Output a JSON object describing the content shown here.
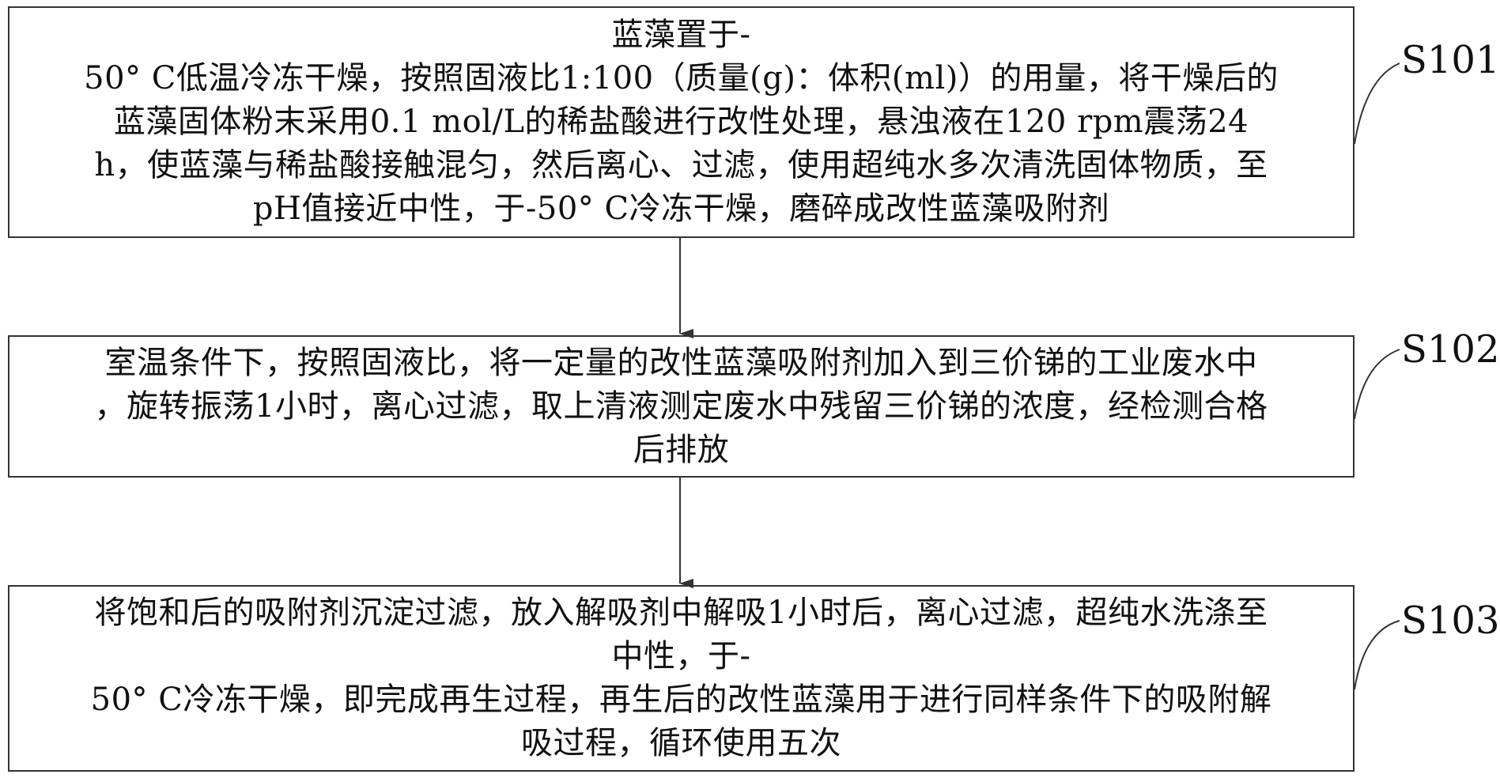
{
  "steps": [
    {
      "id": "S101",
      "label": "S101",
      "text": "蓝藻置于-\n50° C低温冷冻干燥，按照固液比1:100（质量(g)：体积(ml)）的用量，将干燥后的\n蓝藻固体粉末采用0.1 mol/L的稀盐酸进行改性处理，悬浊液在120 rpm震荡24\nh，使蓝藻与稀盐酸接触混匀，然后离心、过滤，使用超纯水多次清洗固体物质，至\npH值接近中性，于-50° C冷冻干燥，磨碎成改性蓝藻吸附剂"
    },
    {
      "id": "S102",
      "label": "S102",
      "text": "室温条件下，按照固液比，将一定量的改性蓝藻吸附剂加入到三价锑的工业废水中\n，旋转振荡1小时，离心过滤，取上清液测定废水中残留三价锑的浓度，经检测合格\n后排放"
    },
    {
      "id": "S103",
      "label": "S103",
      "text": "将饱和后的吸附剂沉淀过滤，放入解吸剂中解吸1小时后，离心过滤，超纯水洗涤至\n中性，于-\n50° C冷冻干燥，即完成再生过程，再生后的改性蓝藻用于进行同样条件下的吸附解\n吸过程，循环使用五次"
    }
  ],
  "colors": {
    "border": "#333333",
    "text": "#111111",
    "background": "#ffffff"
  }
}
